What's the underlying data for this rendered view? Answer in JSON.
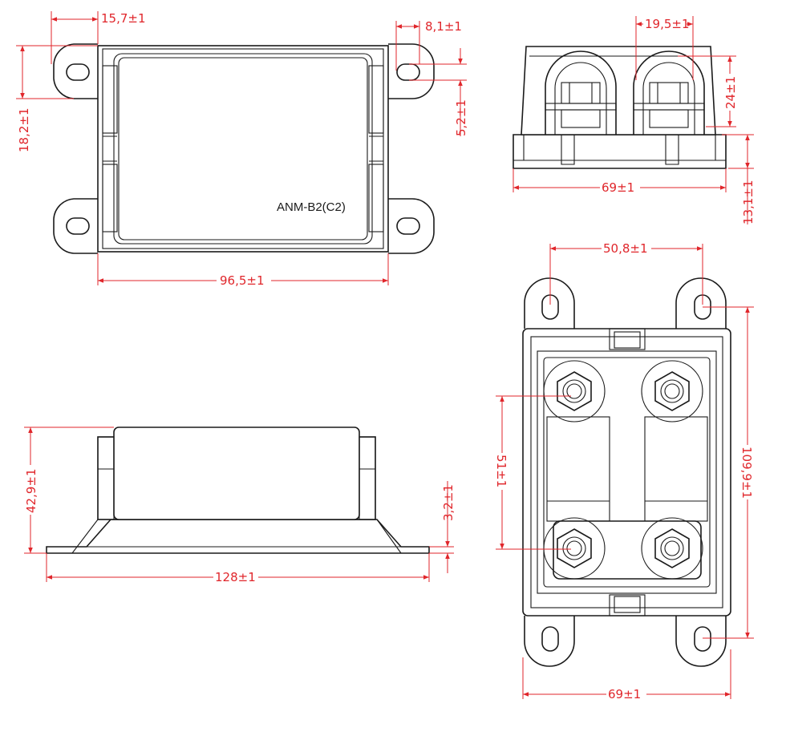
{
  "part_label": "ANM-B2(C2)",
  "colors": {
    "dimension": "#e0262b",
    "outline": "#1a1a1a",
    "background": "#ffffff"
  },
  "dimensions": {
    "top_hole_offset": "15,7±1",
    "top_ear_width": "8,1±1",
    "top_ear_height": "18,2±1",
    "top_slot_height": "5,2±1",
    "top_body_width": "96,5±1",
    "end_stud_spacing": "19,5±1",
    "end_cap_height": "24±1",
    "end_base_height": "13,1±1",
    "end_width": "69±1",
    "side_height": "42,9±1",
    "side_flange": "3,2±1",
    "side_length": "128±1",
    "front_hole_spacing": "50,8±1",
    "front_stud_spacing": "51±1",
    "front_length": "109,9±1",
    "front_width": "69±1"
  }
}
